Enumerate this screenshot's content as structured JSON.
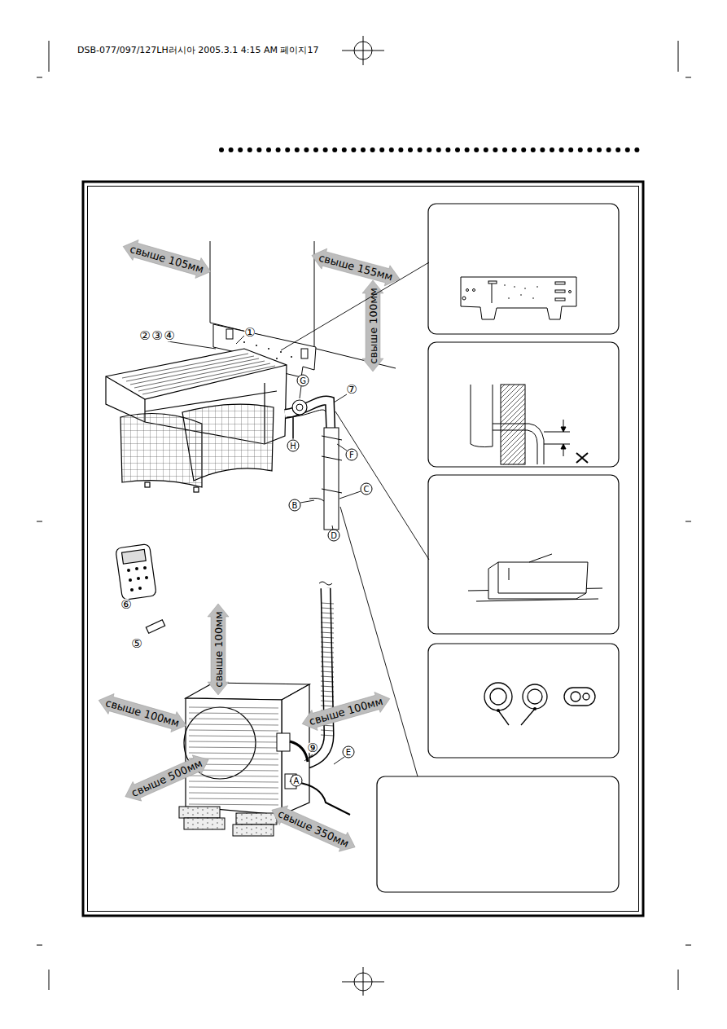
{
  "diagram": {
    "labels": [
      "DSB-077/097/127LH러시아  2005.3.1 4:15 AM  페이지17",
      "свыше 105мм",
      "свыше 155мм",
      "свыше 100мм",
      "①",
      "②",
      "③",
      "④",
      "⑦",
      "G",
      "H",
      "F",
      "B",
      "C",
      "D",
      "⑥",
      "⑤",
      "свыше 100мм",
      "свыше 100мм",
      "свыше 100мм",
      "свыше 500мм",
      "свыше 350мм",
      "⑨",
      "E",
      "A"
    ]
  }
}
